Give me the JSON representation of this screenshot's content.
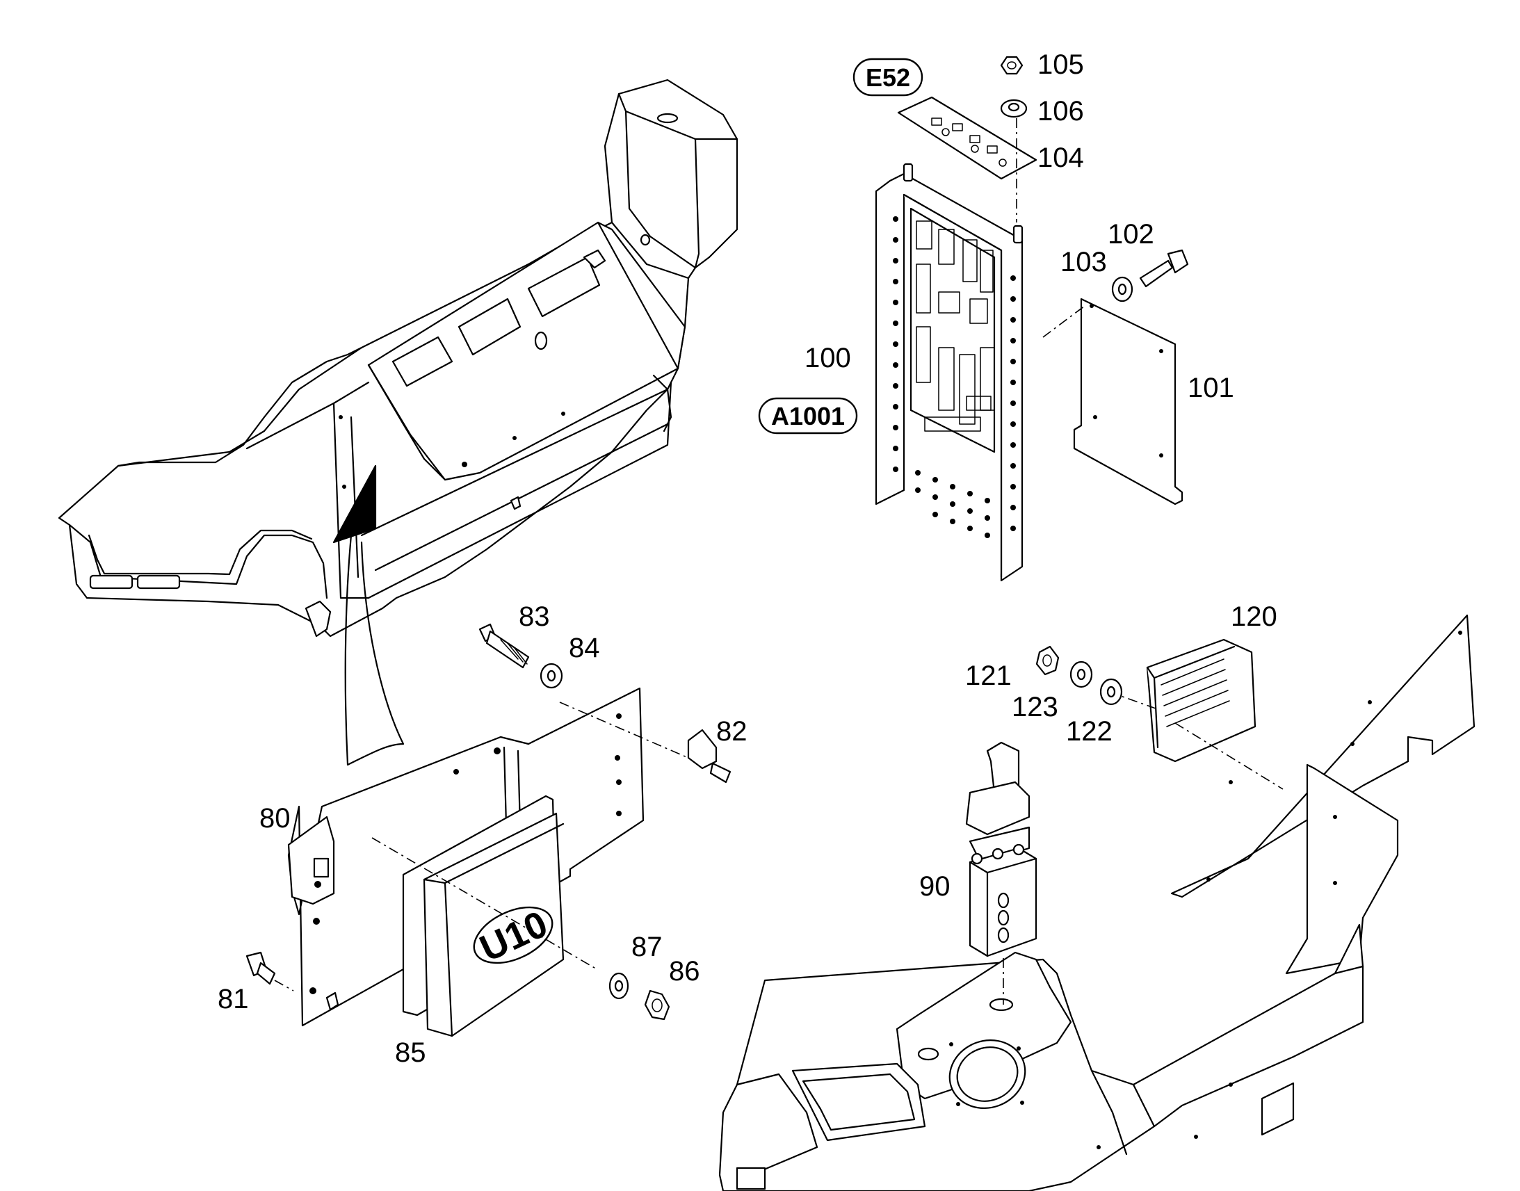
{
  "callouts": {
    "c80": "80",
    "c81": "81",
    "c82": "82",
    "c83": "83",
    "c84": "84",
    "c85": "85",
    "c86": "86",
    "c87": "87",
    "c90": "90",
    "c100": "100",
    "c101": "101",
    "c102": "102",
    "c103": "103",
    "c104": "104",
    "c105": "105",
    "c106": "106",
    "c120": "120",
    "c121": "121",
    "c122": "122",
    "c123": "123"
  },
  "tags": {
    "e52": "E52",
    "a1001": "A1001",
    "u10": "U10"
  }
}
